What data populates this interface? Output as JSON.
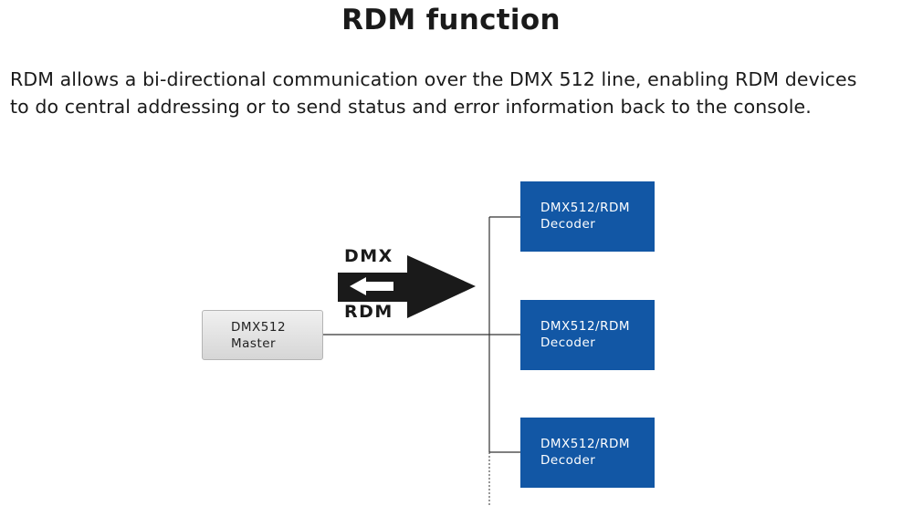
{
  "heading": "RDM function",
  "intro": {
    "line1": "RDM allows a bi-directional communication over the DMX 512 line, enabling RDM devices",
    "line2": "to do central addressing or to send status and error information back to the console."
  },
  "diagram": {
    "master": {
      "line1": "DMX512",
      "line2": "Master"
    },
    "arrow": {
      "top_label": "DMX",
      "bottom_label": "RDM"
    },
    "decoders": [
      {
        "line1": "DMX512/RDM",
        "line2": "Decoder"
      },
      {
        "line1": "DMX512/RDM",
        "line2": "Decoder"
      },
      {
        "line1": "DMX512/RDM",
        "line2": "Decoder"
      }
    ],
    "colors": {
      "decoder_fill": "#1257a5",
      "master_fill": "#dddddd",
      "arrow_fill": "#1a1a1a"
    }
  }
}
